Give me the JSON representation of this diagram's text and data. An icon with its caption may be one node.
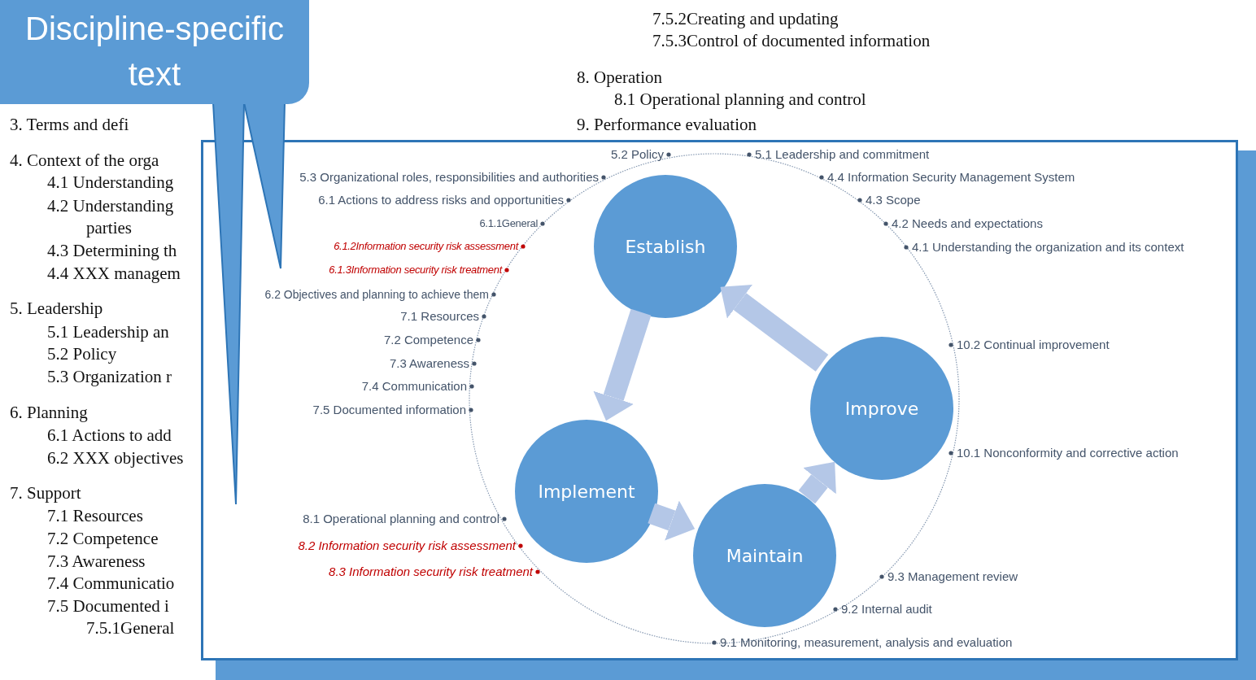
{
  "diagram": {
    "nodes": [
      {
        "text": [
          "Discipline-specific text"
        ]
      },
      {
        "text": [],
        "shape": "box"
      },
      {
        "text": [
          "Establish"
        ],
        "in": 1
      },
      {
        "text": [
          "Implement"
        ],
        "in": 1
      },
      {
        "text": [
          "Maintain"
        ],
        "in": 1
      },
      {
        "text": [
          "Improve"
        ],
        "in": 1
      }
    ],
    "edges": [
      {
        "from": 2,
        "to": 3,
        "arrow": "to"
      },
      {
        "from": 3,
        "to": 4,
        "arrow": "to"
      },
      {
        "from": 4,
        "to": 5,
        "arrow": "to"
      },
      {
        "from": 5,
        "to": 2,
        "arrow": "to"
      },
      {
        "from": 0,
        "to": null,
        "arrow": "to"
      },
      {
        "from": 0,
        "to": null,
        "arrow": "to"
      }
    ],
    "labels": [
      "3. Terms and defi",
      "4. Context of the orga",
      "4.1 Understanding",
      "4.2 Understanding parties",
      "4.3 Determining th",
      "4.4 XXX managem",
      "5. Leadership",
      "5.1 Leadership an",
      "5.2 Policy",
      "5.3 Organization r",
      "6. Planning",
      "6.1 Actions to add",
      "6.2 XXX objectives",
      "7. Support",
      "7.1 Resources",
      "7.2 Competence",
      "7.3 Awareness",
      "7.4 Communicatio",
      "7.5 Documented i",
      "7.5.1General",
      "7.5.2Creating and updating",
      "7.5.3Control of documented information",
      "8. Operation",
      "8.1 Operational planning and control",
      "9. Performance evaluation",
      "5.2 Policy",
      "5.1 Leadership and commitment",
      "5.3 Organizational roles, responsibilities and authorities",
      "4.4 Information Security Management System",
      "6.1 Actions to address risks and opportunities",
      "4.3 Scope",
      "6.1.1General",
      "4.2 Needs and expectations",
      "6.1.2Information security risk assessment",
      "4.1 Understanding the organization and its context",
      "6.1.3Information security risk treatment",
      "6.2 Objectives and planning to achieve them",
      "7.1 Resources",
      "7.2 Competence",
      "7.3 Awareness",
      "7.4 Communication",
      "7.5 Documented information",
      "10.2 Continual improvement",
      "10.1 Nonconformity and corrective action",
      "8.1 Operational planning and control",
      "8.2 Information security risk assessment",
      "8.3 Information security risk treatment",
      "9.3 Management review",
      "9.2 Internal audit",
      "9.1 Monitoring, measurement, analysis and evaluation"
    ]
  }
}
